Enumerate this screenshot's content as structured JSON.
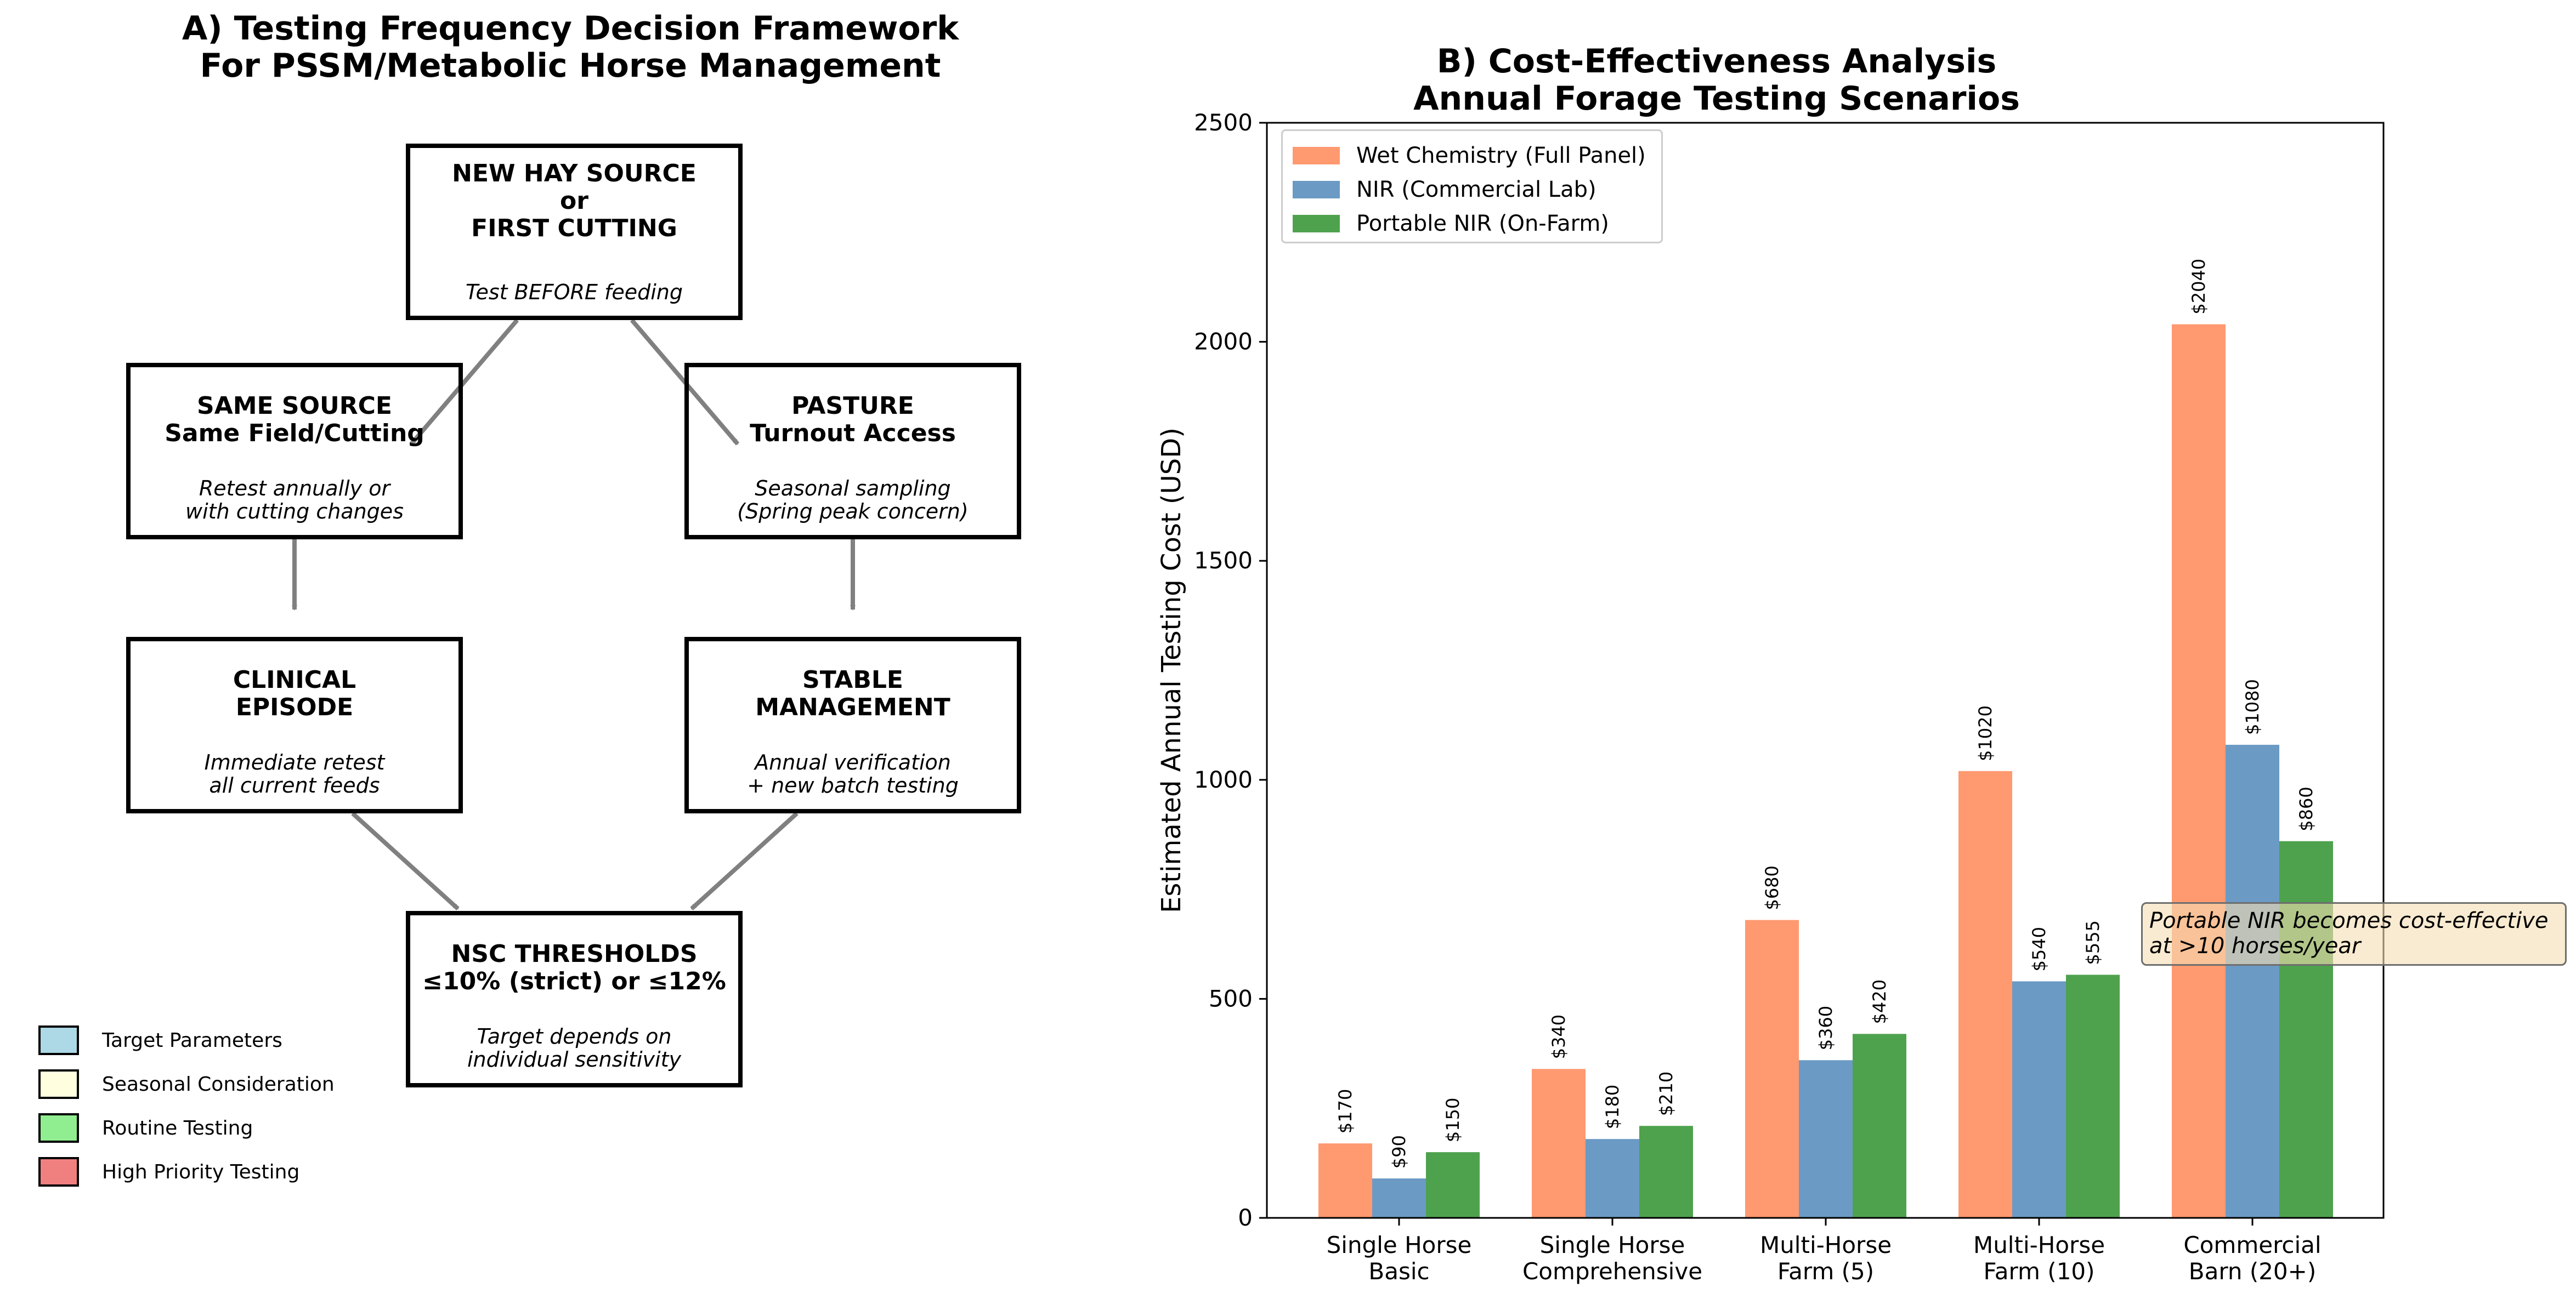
{
  "panel_a": {
    "title_lines": [
      "A) Testing Frequency Decision Framework",
      "For PSSM/Metabolic Horse Management"
    ],
    "boxes": [
      {
        "id": "new-hay",
        "color": "#f08080",
        "title_lines": [
          "NEW HAY SOURCE",
          "or",
          "FIRST CUTTING"
        ],
        "sub_lines": [
          "Test BEFORE feeding"
        ]
      },
      {
        "id": "same-source",
        "color": "#90ee90",
        "title_lines": [
          "SAME SOURCE",
          "Same Field/Cutting"
        ],
        "sub_lines": [
          "Retest annually or",
          "with cutting changes"
        ]
      },
      {
        "id": "pasture",
        "color": "#ffffe0",
        "title_lines": [
          "PASTURE",
          "Turnout Access"
        ],
        "sub_lines": [
          "Seasonal sampling",
          "(Spring peak concern)"
        ]
      },
      {
        "id": "clinical",
        "color": "#f08080",
        "title_lines": [
          "CLINICAL",
          "EPISODE"
        ],
        "sub_lines": [
          "Immediate retest",
          "all current feeds"
        ]
      },
      {
        "id": "stable",
        "color": "#90ee90",
        "title_lines": [
          "STABLE",
          "MANAGEMENT"
        ],
        "sub_lines": [
          "Annual verification",
          "+ new batch testing"
        ]
      },
      {
        "id": "nsc",
        "color": "#add8e6",
        "title_lines": [
          "NSC THRESHOLDS",
          "≤10% (strict) or ≤12%"
        ],
        "sub_lines": [
          "Target depends on",
          "individual sensitivity"
        ]
      }
    ],
    "legend": [
      {
        "label": "Target Parameters",
        "color": "#add8e6"
      },
      {
        "label": "Seasonal Consideration",
        "color": "#ffffe0"
      },
      {
        "label": "Routine Testing",
        "color": "#90ee90"
      },
      {
        "label": "High Priority Testing",
        "color": "#f08080"
      }
    ],
    "arrow_color": "#808080"
  },
  "chart_data": {
    "type": "bar",
    "title_lines": [
      "B) Cost-Effectiveness Analysis",
      "Annual Forage Testing Scenarios"
    ],
    "xlabel": "",
    "ylabel": "Estimated Annual Testing Cost (USD)",
    "ylim": [
      0,
      2500
    ],
    "yticks": [
      0,
      500,
      1000,
      1500,
      2000,
      2500
    ],
    "categories": [
      [
        "Single Horse",
        "Basic"
      ],
      [
        "Single Horse",
        "Comprehensive"
      ],
      [
        "Multi-Horse",
        "Farm (5)"
      ],
      [
        "Multi-Horse",
        "Farm (10)"
      ],
      [
        "Commercial",
        "Barn (20+)"
      ]
    ],
    "series": [
      {
        "name": "Wet Chemistry (Full Panel)",
        "color": "#ff9970",
        "values": [
          170,
          340,
          680,
          1020,
          2040
        ],
        "labels": [
          "$170",
          "$340",
          "$680",
          "$1020",
          "$2040"
        ]
      },
      {
        "name": "NIR (Commercial Lab)",
        "color": "#6b9ac4",
        "values": [
          90,
          180,
          360,
          540,
          1080
        ],
        "labels": [
          "$90",
          "$180",
          "$360",
          "$540",
          "$1080"
        ]
      },
      {
        "name": "Portable NIR (On-Farm)",
        "color": "#4ea24e",
        "values": [
          150,
          210,
          420,
          555,
          860
        ],
        "labels": [
          "$150",
          "$210",
          "$420",
          "$555",
          "$860"
        ]
      }
    ],
    "legend_position": "upper-left",
    "grid": false,
    "annotation_lines": [
      "Portable NIR becomes cost-effective",
      "at >10 horses/year"
    ]
  }
}
